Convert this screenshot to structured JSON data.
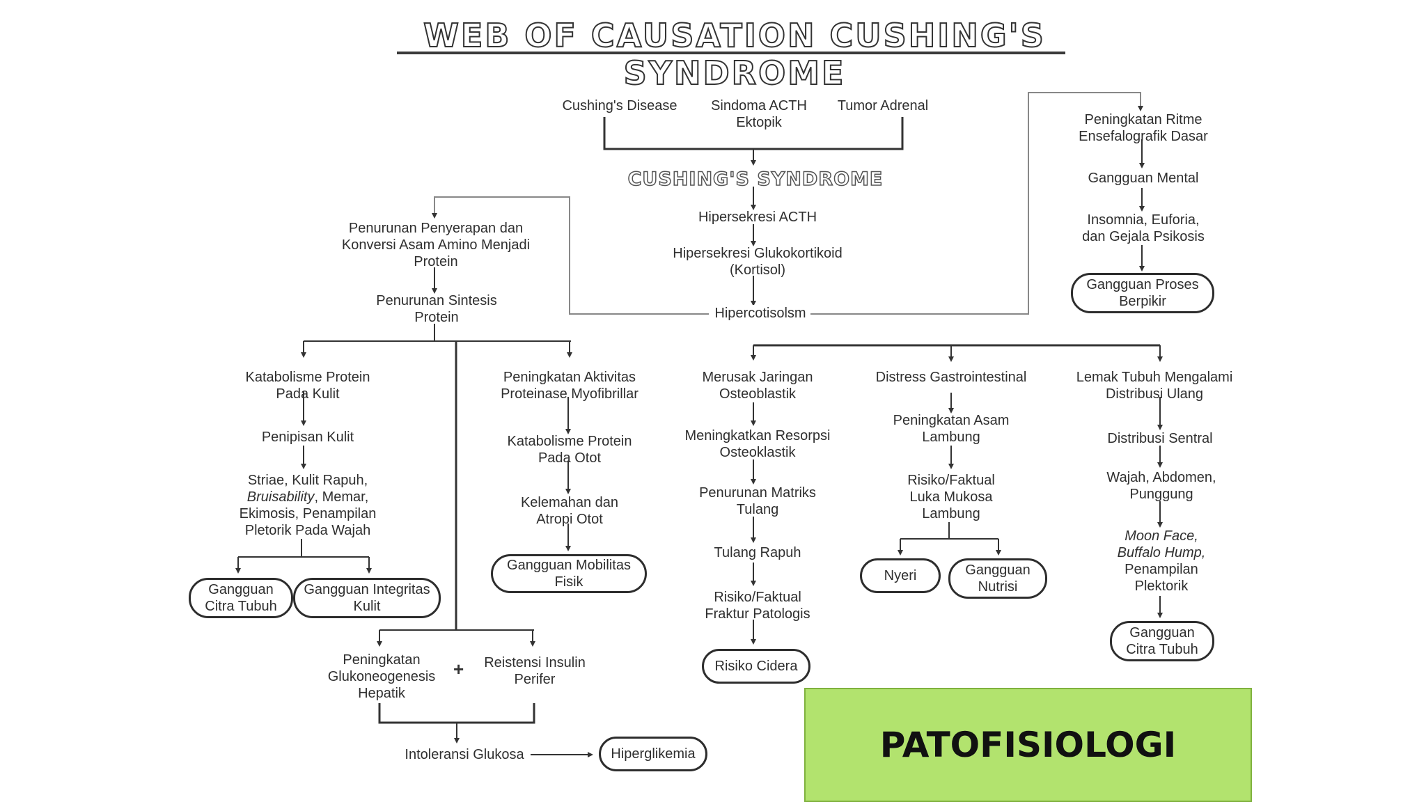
{
  "title": "Web of Causation Cushing's Syndrome",
  "causes": {
    "cushing_disease": "Cushing's Disease",
    "sindroma_acth": "Sindoma ACTH\nEktopik",
    "tumor_adrenal": "Tumor Adrenal"
  },
  "center": {
    "syndrome": "CUSHING'S SYNDROME",
    "hipersekresi_acth": "Hipersekresi ACTH",
    "hipersekresi_gluko": "Hipersekresi Glukokortikoid\n(Kortisol)",
    "hipercotisolsm": "Hipercotisolsm"
  },
  "left": {
    "penurunan_penyerapan": "Penurunan Penyerapan dan\nKonversi Asam Amino Menjadi\nProtein",
    "penurunan_sintesis": "Penurunan Sintesis\nProtein",
    "katabolisme_kulit": "Katabolisme Protein\nPada Kulit",
    "penipisan_kulit": "Penipisan Kulit",
    "striae_1": "Striae, Kulit Rapuh,",
    "striae_2_em": "Bruisability",
    "striae_2_rest": ", Memar,",
    "striae_3": "Ekimosis, Penampilan\nPletorik Pada Wajah",
    "gangguan_citra_1": "Gangguan\nCitra Tubuh",
    "gangguan_integritas": "Gangguan Integritas\nKulit",
    "peningkatan_proteinase": "Peningkatan Aktivitas\nProteinase Myofibrillar",
    "katabolisme_otot": "Katabolisme Protein\nPada Otot",
    "kelemahan": "Kelemahan dan\nAtropi Otot",
    "gangguan_mobilitas": "Gangguan Mobilitas\nFisik",
    "glukoneogenesis": "Peningkatan\nGlukoneogenesis\nHepatik",
    "plus": "+",
    "resistensi": "Reistensi Insulin\nPerifer",
    "intoleransi": "Intoleransi Glukosa",
    "hiperglikemia": "Hiperglikemia"
  },
  "middle": {
    "merusak": "Merusak Jaringan\nOsteoblastik",
    "resorpsi": "Meningkatkan Resorpsi\nOsteoklastik",
    "matriks": "Penurunan Matriks\nTulang",
    "tulang_rapuh": "Tulang Rapuh",
    "fraktur": "Risiko/Faktual\nFraktur Patologis",
    "risiko_cidera": "Risiko Cidera",
    "distress": "Distress Gastrointestinal",
    "asam_lambung": "Peningkatan Asam\nLambung",
    "luka_mukosa": "Risiko/Faktual\nLuka Mukosa\nLambung",
    "nyeri": "Nyeri",
    "gangguan_nutrisi": "Gangguan\nNutrisi"
  },
  "right": {
    "ritme": "Peningkatan Ritme\nEnsefalografik Dasar",
    "gangguan_mental": "Gangguan Mental",
    "insomnia": "Insomnia, Euforia,\ndan Gejala Psikosis",
    "gangguan_proses": "Gangguan Proses\nBerpikir",
    "lemak": "Lemak Tubuh Mengalami\nDistribusi Ulang",
    "distribusi_sentral": "Distribusi Sentral",
    "wajah": "Wajah, Abdomen,\nPunggung",
    "moon_face_em": "Moon Face,\nBuffalo Hump,",
    "penampilan": "Penampilan\nPlektorik",
    "gangguan_citra_2": "Gangguan\nCitra Tubuh"
  },
  "label_box": "PATOFISIOLOGI"
}
